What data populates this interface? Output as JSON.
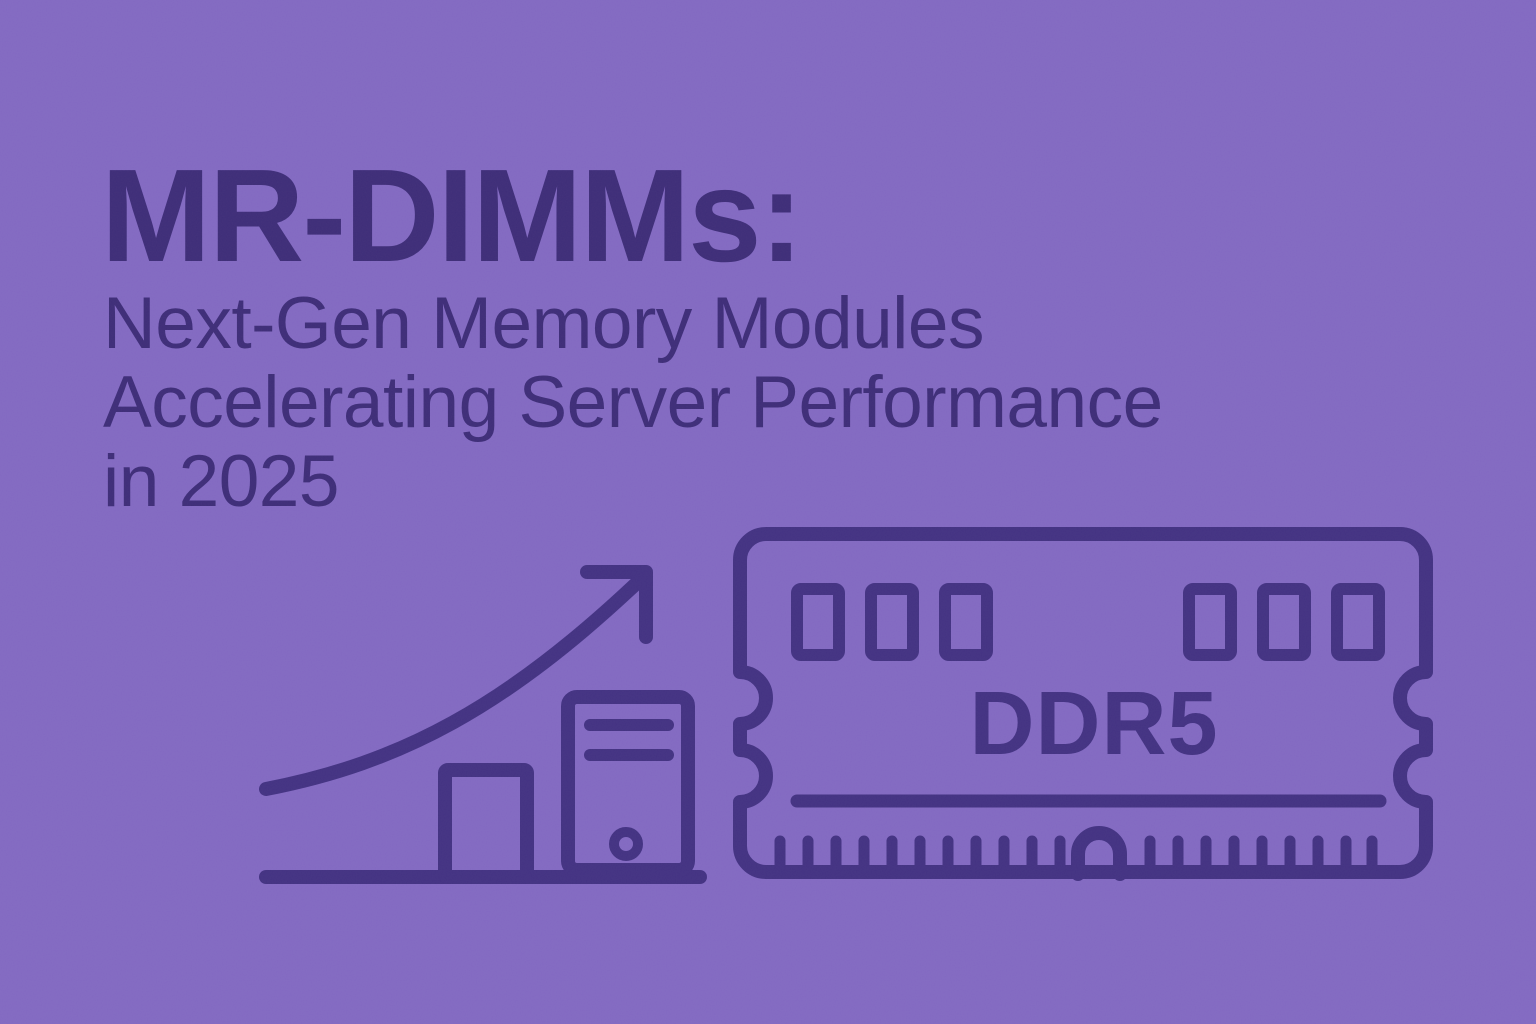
{
  "theme": {
    "background_color": "#8269C1",
    "text_color": "#3E2D78",
    "line_color": "#433282"
  },
  "hero": {
    "title": "MR-DIMMs:",
    "subtitle_lines": [
      "Next-Gen Memory Modules",
      "Accelerating Server Performance",
      "in 2025"
    ]
  },
  "illustrations": {
    "memory_module": {
      "label": "DDR5"
    }
  }
}
